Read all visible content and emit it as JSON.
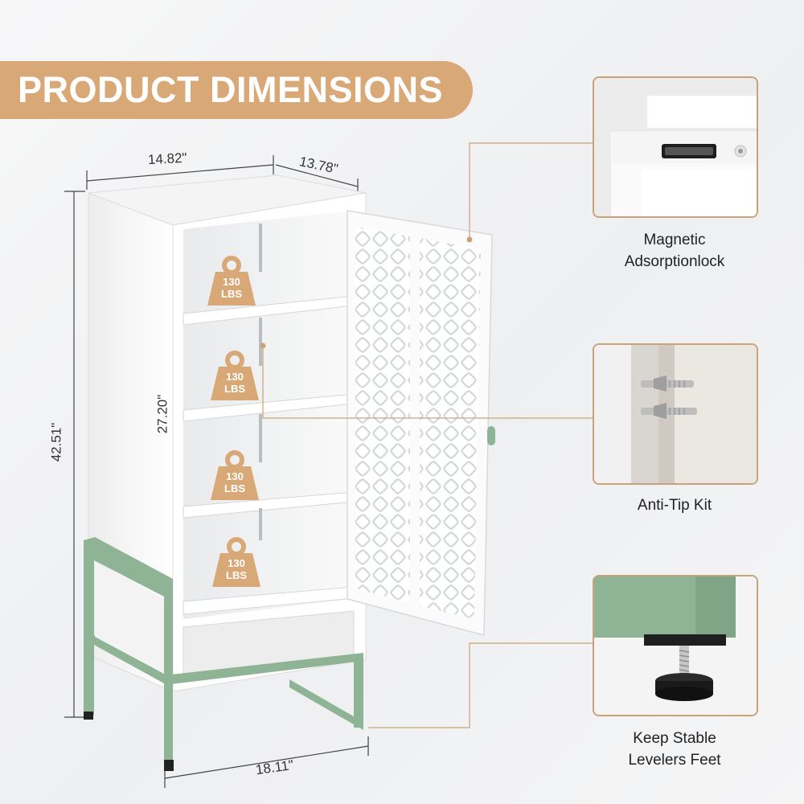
{
  "title": "PRODUCT DIMENSIONS",
  "dimensions": {
    "width": "14.82\"",
    "depth": "13.78\"",
    "height": "42.51\"",
    "cabinet_height": "27.20\"",
    "base_width": "18.11\""
  },
  "shelves": [
    {
      "weight": "130",
      "unit": "LBS"
    },
    {
      "weight": "130",
      "unit": "LBS"
    },
    {
      "weight": "130",
      "unit": "LBS"
    },
    {
      "weight": "130",
      "unit": "LBS"
    }
  ],
  "features": [
    {
      "name": "magnetic-lock",
      "caption_line1": "Magnetic",
      "caption_line2": "Adsorptionlock"
    },
    {
      "name": "anti-tip",
      "caption_line1": "Anti-Tip Kit",
      "caption_line2": ""
    },
    {
      "name": "levelers",
      "caption_line1": "Keep Stable",
      "caption_line2": "Levelers Feet"
    }
  ],
  "colors": {
    "accent": "#d9a877",
    "frame_green": "#8fb395",
    "cabinet_white": "#ffffff"
  }
}
